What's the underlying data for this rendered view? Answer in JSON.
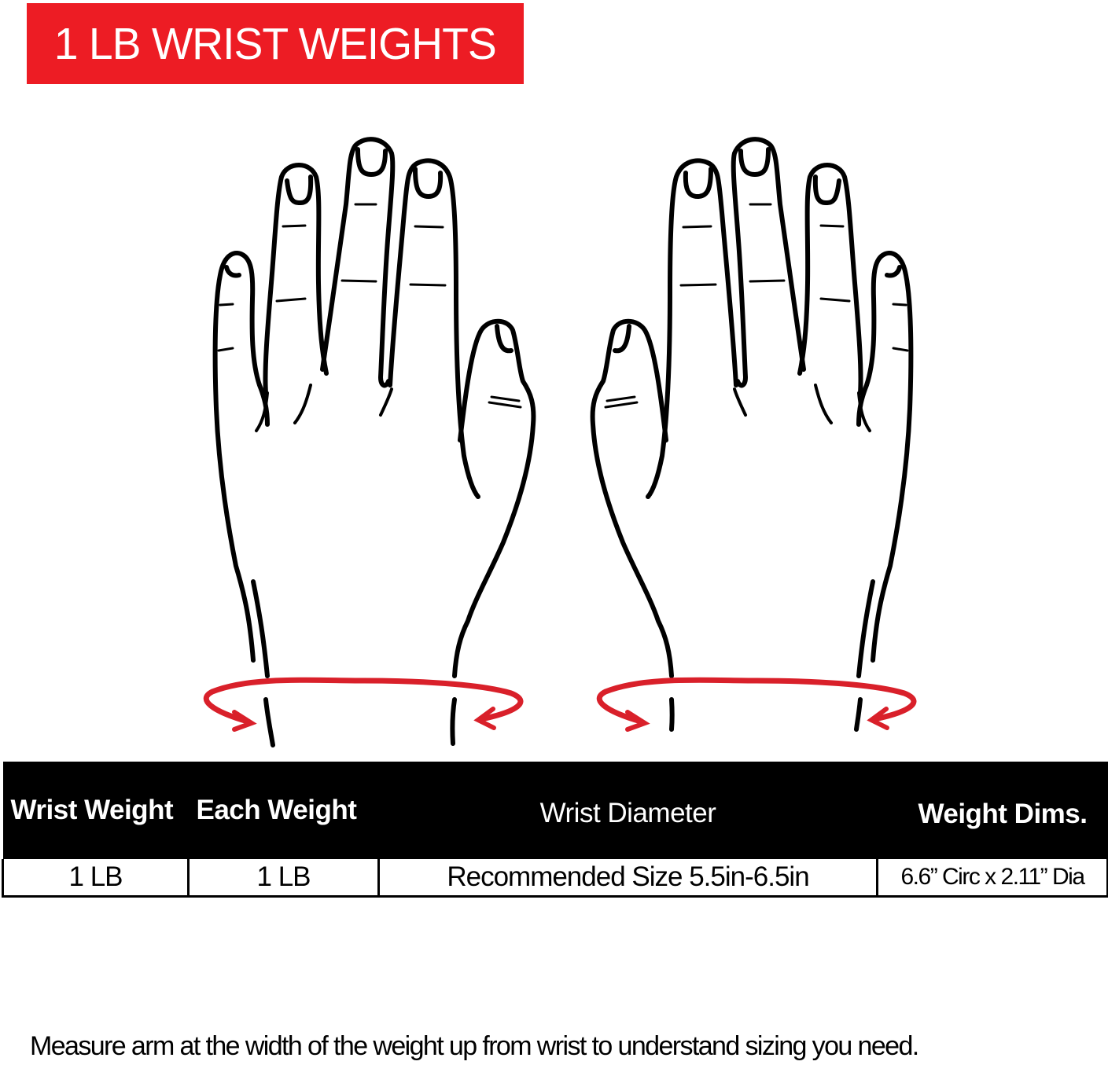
{
  "banner": {
    "title": "1 LB WRIST WEIGHTS",
    "background_color": "#ed1c24",
    "text_color": "#ffffff"
  },
  "illustration": {
    "subject": "two-hands-wrist-measurement",
    "hands": [
      "left-hand-outline",
      "right-hand-outline"
    ],
    "measure_arrow_color": "#d9202a",
    "icons": [
      "hand-outline-icon",
      "circular-arrow-icon"
    ]
  },
  "spec_table": {
    "headers": [
      "Wrist Weight",
      "Each Weight",
      "Wrist Diameter",
      "Weight Dims."
    ],
    "rows": [
      [
        "1 LB",
        "1 LB",
        "Recommended Size 5.5in-6.5in",
        "6.6” Circ x 2.11” Dia"
      ]
    ],
    "header_background": "#000000",
    "header_text_color": "#ffffff"
  },
  "footnote": "Measure arm at the width of the weight up from wrist to understand sizing you need."
}
